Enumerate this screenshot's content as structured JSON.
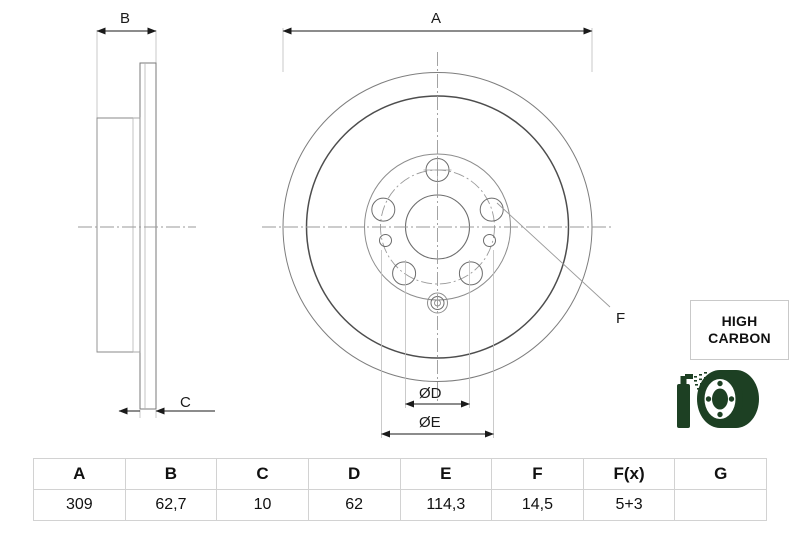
{
  "drawing": {
    "title": "Brake disc technical drawing",
    "dimension_labels": {
      "a": "A",
      "b": "B",
      "c": "C",
      "f": "F",
      "diameter_d": "ØD",
      "diameter_e": "ØE"
    }
  },
  "badge": {
    "line1": "HIGH",
    "line2": "CARBON"
  },
  "pictogram": {
    "name": "coated-disc-icon",
    "color": "#1d4023"
  },
  "spec_table": {
    "headers": [
      "A",
      "B",
      "C",
      "D",
      "E",
      "F",
      "F(x)",
      "G"
    ],
    "values": [
      "309",
      "62,7",
      "10",
      "62",
      "114,3",
      "14,5",
      "5+3",
      ""
    ]
  },
  "colors": {
    "line": "#555555",
    "line_light": "#9a9a9a",
    "dim": "#3a3a3a",
    "text": "#1a1a1a",
    "table_border": "#d2d2d2",
    "badge_border": "#c9c9c9",
    "pictogram_green": "#1d4023",
    "background": "#ffffff"
  }
}
